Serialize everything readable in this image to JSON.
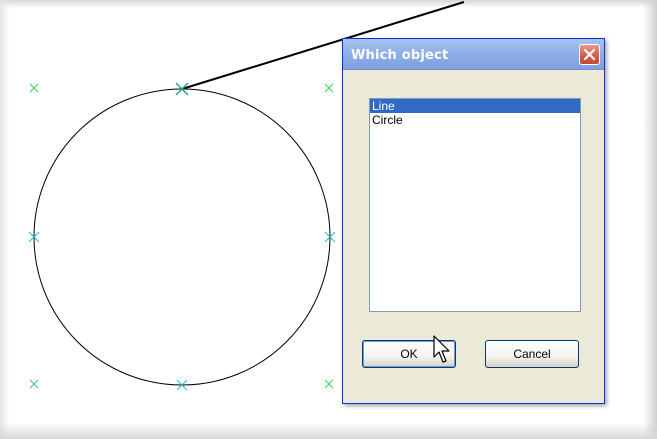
{
  "dialog": {
    "title": "Which object",
    "list_items": [
      {
        "label": "Line",
        "selected": true
      },
      {
        "label": "Circle",
        "selected": false
      }
    ],
    "ok_label": "OK",
    "cancel_label": "Cancel"
  },
  "colors": {
    "title_gradient_top": "#a9c2ee",
    "title_gradient_bottom": "#7f9fe0",
    "dialog_bg": "#ece9d8",
    "close_button": "#d9614c",
    "selection": "#316ac5",
    "snap_marker_green": "#33cc55",
    "snap_marker_cyan": "#22bbcc"
  },
  "icons": {
    "close": "close-x-icon",
    "cursor": "arrow-cursor-icon",
    "snap_marker": "snap-point-x-icon"
  }
}
